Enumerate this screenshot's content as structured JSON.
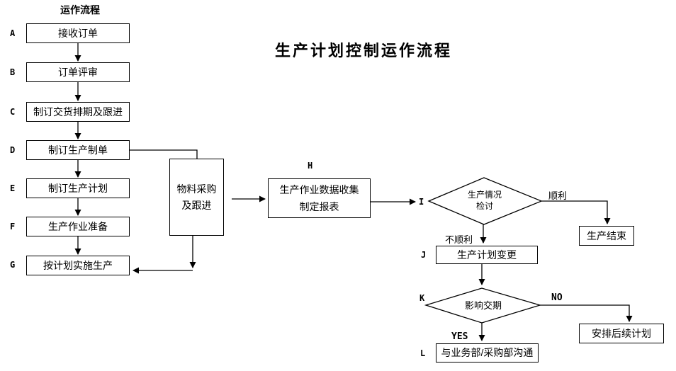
{
  "page_title": "生产计划控制运作流程",
  "column_header": "运作流程",
  "colors": {
    "line": "#000000",
    "background": "#ffffff",
    "text": "#000000"
  },
  "steps": [
    {
      "id": "A",
      "label": "接收订单"
    },
    {
      "id": "B",
      "label": "订单评审"
    },
    {
      "id": "C",
      "label": "制订交货排期及跟进"
    },
    {
      "id": "D",
      "label": "制订生产制单"
    },
    {
      "id": "E",
      "label": "制订生产计划"
    },
    {
      "id": "F",
      "label": "生产作业准备"
    },
    {
      "id": "G",
      "label": "按计划实施生产"
    }
  ],
  "material": {
    "line1": "物料采购",
    "line2": "及跟进"
  },
  "h": {
    "id": "H",
    "line1": "生产作业数据收集",
    "line2": "制定报表"
  },
  "i": {
    "id": "I",
    "line1": "生产情况",
    "line2": "检讨"
  },
  "j": {
    "id": "J",
    "label": "生产计划变更"
  },
  "k": {
    "id": "K",
    "label": "影响交期"
  },
  "l": {
    "id": "L",
    "label": "与业务部/采购部沟通"
  },
  "end": {
    "label": "生产结束"
  },
  "followup": {
    "label": "安排后续计划"
  },
  "branches": {
    "smooth": "顺利",
    "not_smooth": "不顺利",
    "yes": "YES",
    "no": "NO"
  }
}
